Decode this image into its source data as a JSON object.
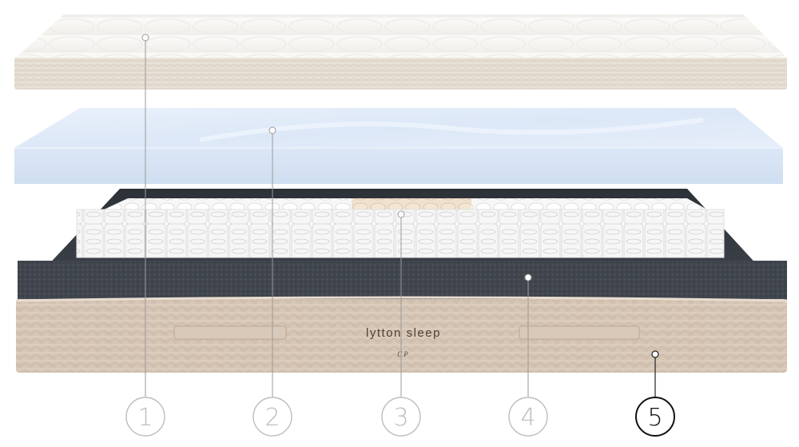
{
  "brand": {
    "name": "lytton sleep",
    "monogram": "CP"
  },
  "layers": [
    {
      "label": "1",
      "active": false
    },
    {
      "label": "2",
      "active": false
    },
    {
      "label": "3",
      "active": false
    },
    {
      "label": "4",
      "active": false
    },
    {
      "label": "5",
      "active": true
    }
  ],
  "colors": {
    "inactive_label": "#bdbdbd",
    "active_label": "#111111",
    "topper": "#efe9e1",
    "memory_foam": "#dce8f6",
    "springs": "#f5f5f5",
    "base_foam": "#3c4149",
    "cover": "#d6c6b6"
  }
}
